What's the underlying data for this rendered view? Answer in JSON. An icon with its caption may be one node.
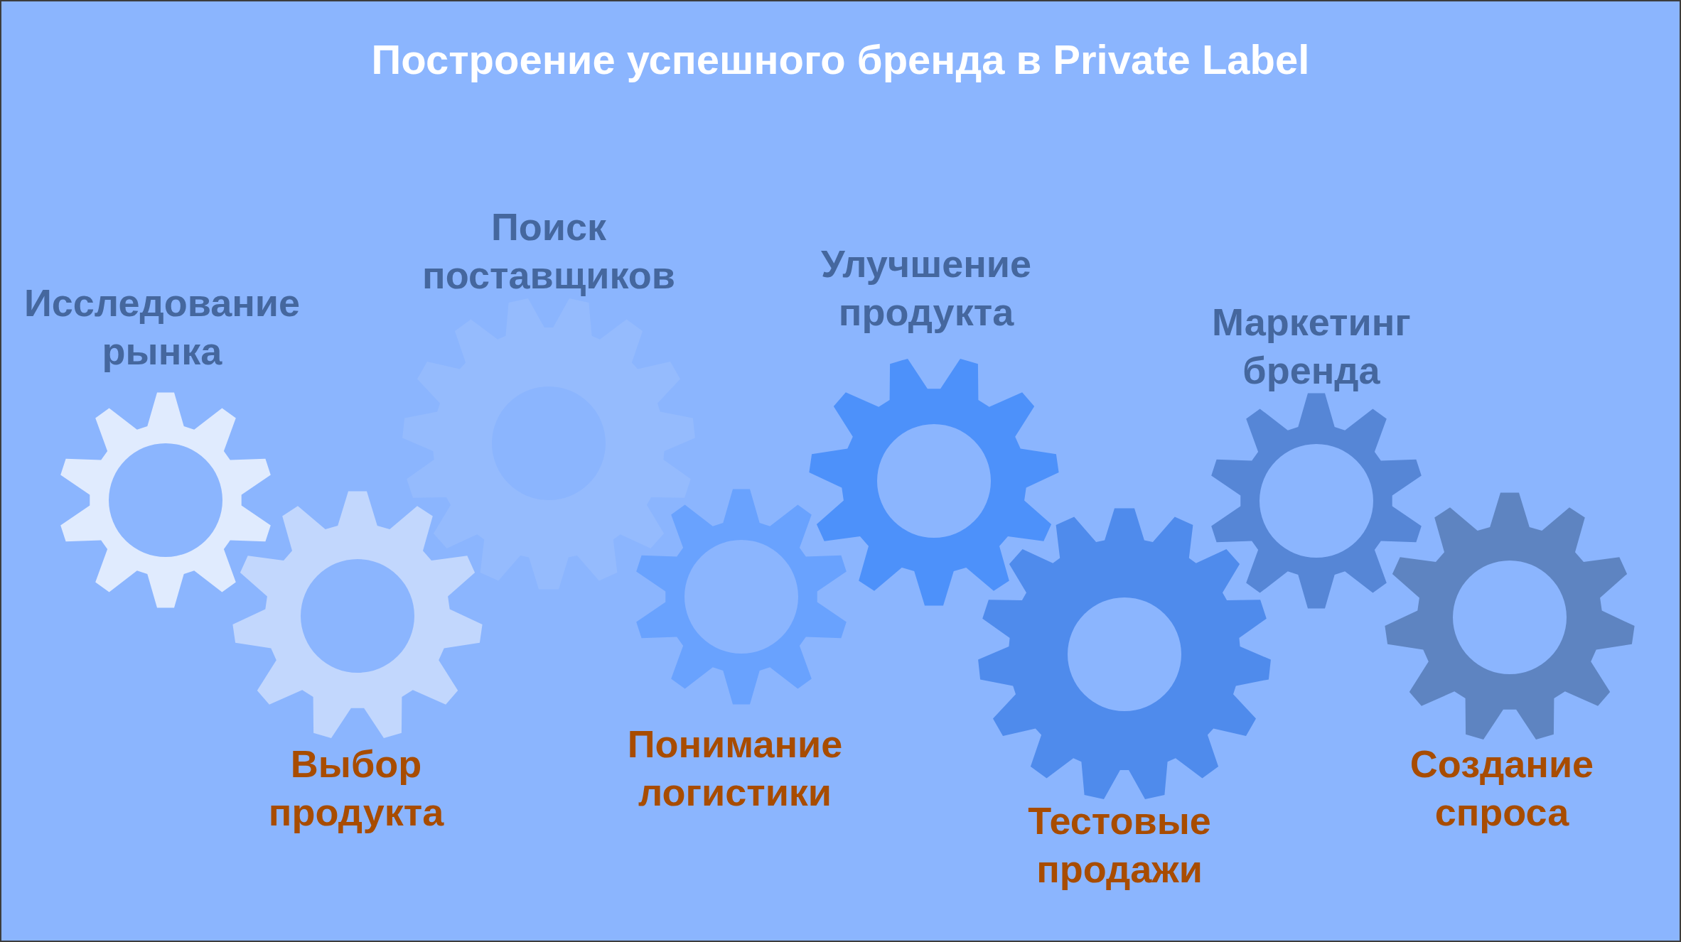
{
  "diagram": {
    "title": "Построение успешного бренда в Private Label",
    "nodes": [
      {
        "text": [
          "Исследование рынка"
        ]
      },
      {
        "text": [
          "Выбор продукта"
        ]
      },
      {
        "text": [
          "Поиск поставщиков"
        ]
      },
      {
        "text": [
          "Понимание логистики"
        ]
      },
      {
        "text": [
          "Улучшение продукта"
        ]
      },
      {
        "text": [
          "Тестовые продажи"
        ]
      },
      {
        "text": [
          "Маркетинг бренда"
        ]
      },
      {
        "text": [
          "Создание спроса"
        ]
      }
    ]
  }
}
